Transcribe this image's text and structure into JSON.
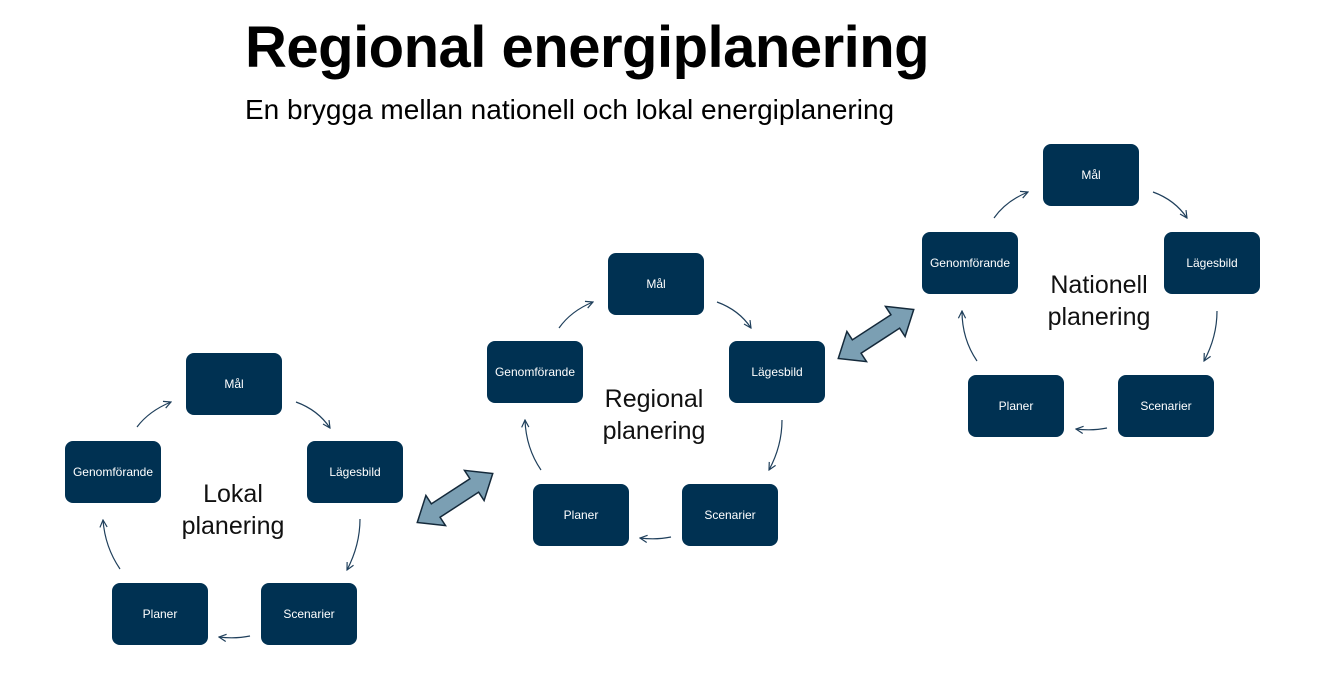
{
  "title": "Regional energiplanering",
  "subtitle": "En brygga mellan nationell och lokal energiplanering",
  "colors": {
    "box_fill": "#003152",
    "box_text": "#ffffff",
    "double_arrow_fill": "#7b9fb3",
    "cycle_arrow": "#1f3f5b"
  },
  "cycles": [
    {
      "center_label_line1": "Lokal",
      "center_label_line2": "planering",
      "steps": [
        "Mål",
        "Lägesbild",
        "Scenarier",
        "Planer",
        "Genomförande"
      ]
    },
    {
      "center_label_line1": "Regional",
      "center_label_line2": "planering",
      "steps": [
        "Mål",
        "Lägesbild",
        "Scenarier",
        "Planer",
        "Genomförande"
      ]
    },
    {
      "center_label_line1": "Nationell",
      "center_label_line2": "planering",
      "steps": [
        "Mål",
        "Lägesbild",
        "Scenarier",
        "Planer",
        "Genomförande"
      ]
    }
  ]
}
